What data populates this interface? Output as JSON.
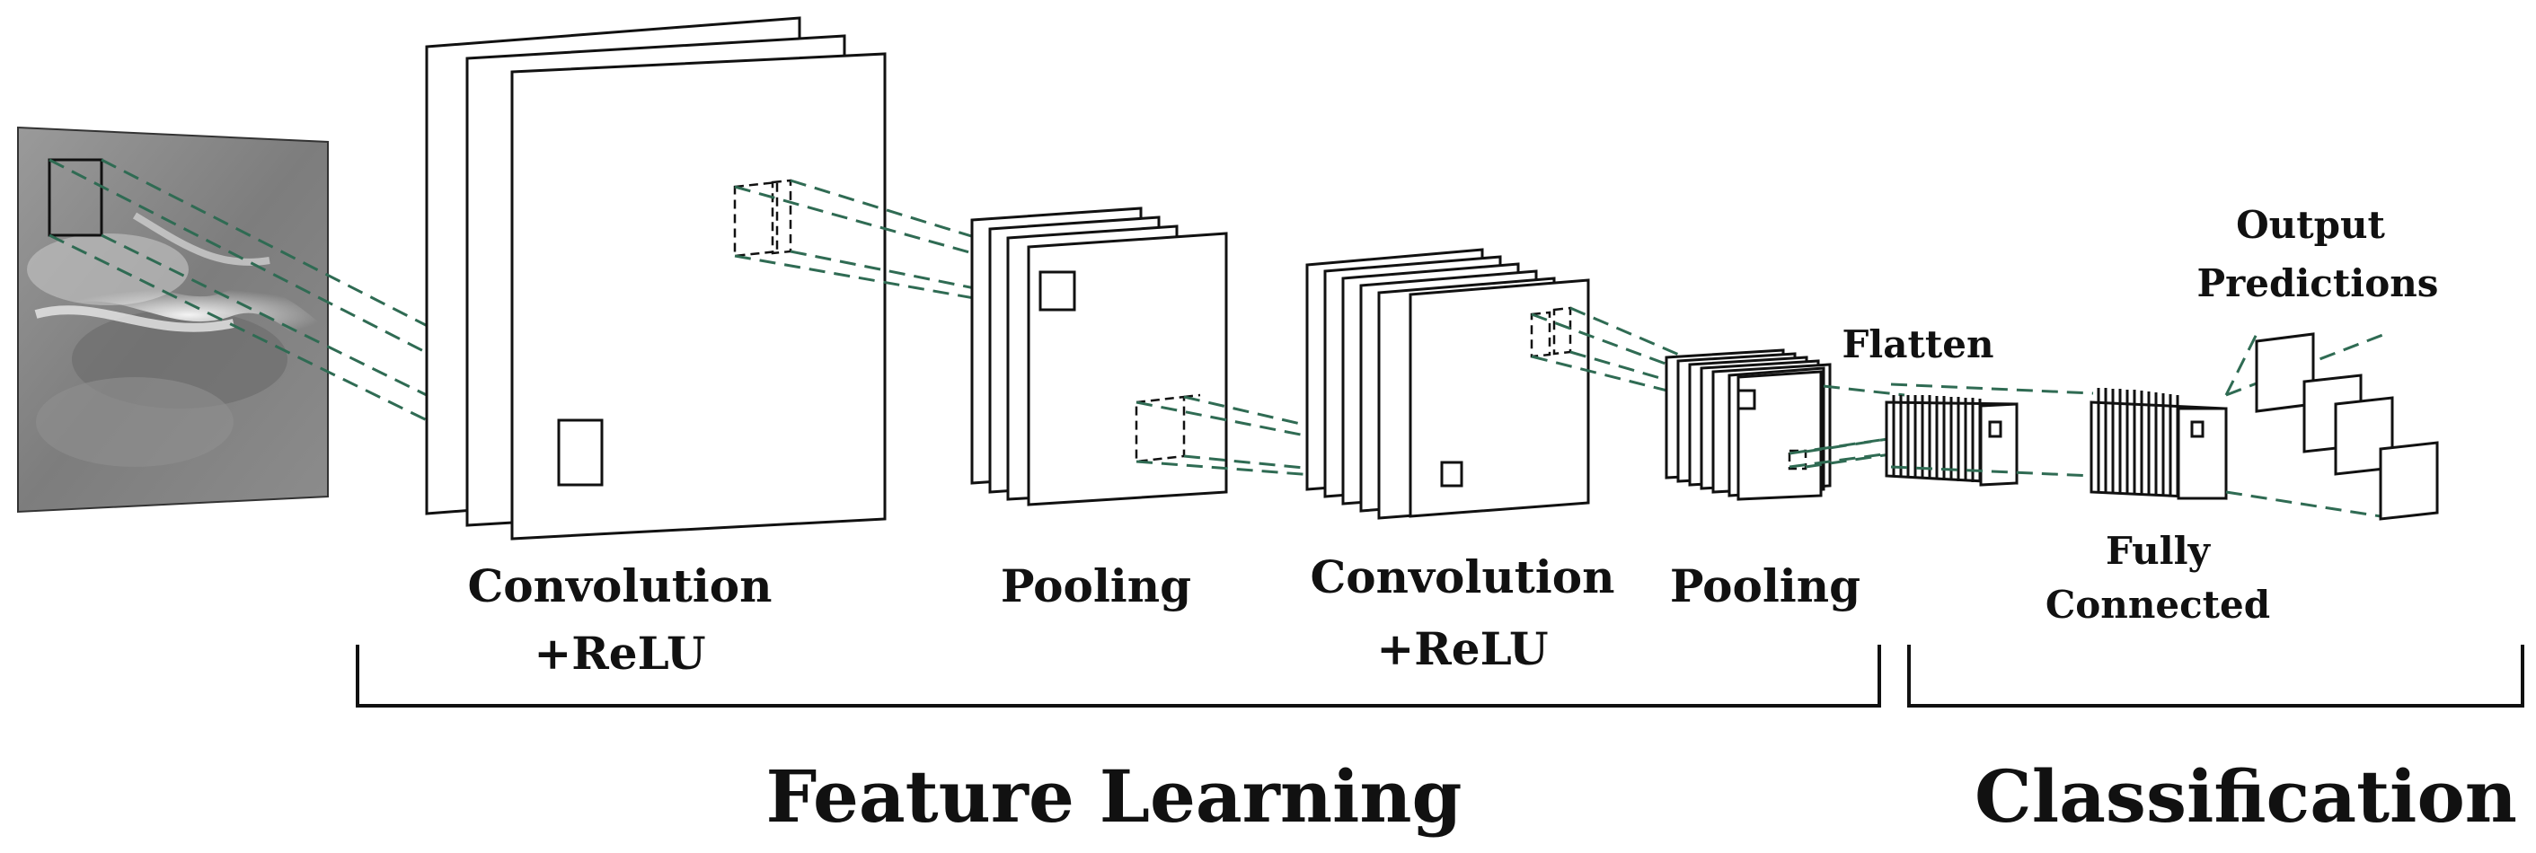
{
  "labels": {
    "conv1_line1": "Convolution",
    "conv1_line2": "+ReLU",
    "pool1": "Pooling",
    "conv2_line1": "Convolution",
    "conv2_line2": "+ReLU",
    "pool2": "Pooling",
    "flatten": "Flatten",
    "output_line1": "Output",
    "output_line2": "Predictions",
    "fc_line1": "Fully",
    "fc_line2": "Connected",
    "feature_learning": "Feature Learning",
    "classification": "Classification"
  },
  "colors": {
    "connector": "#2f6b53",
    "stroke": "#111111"
  }
}
